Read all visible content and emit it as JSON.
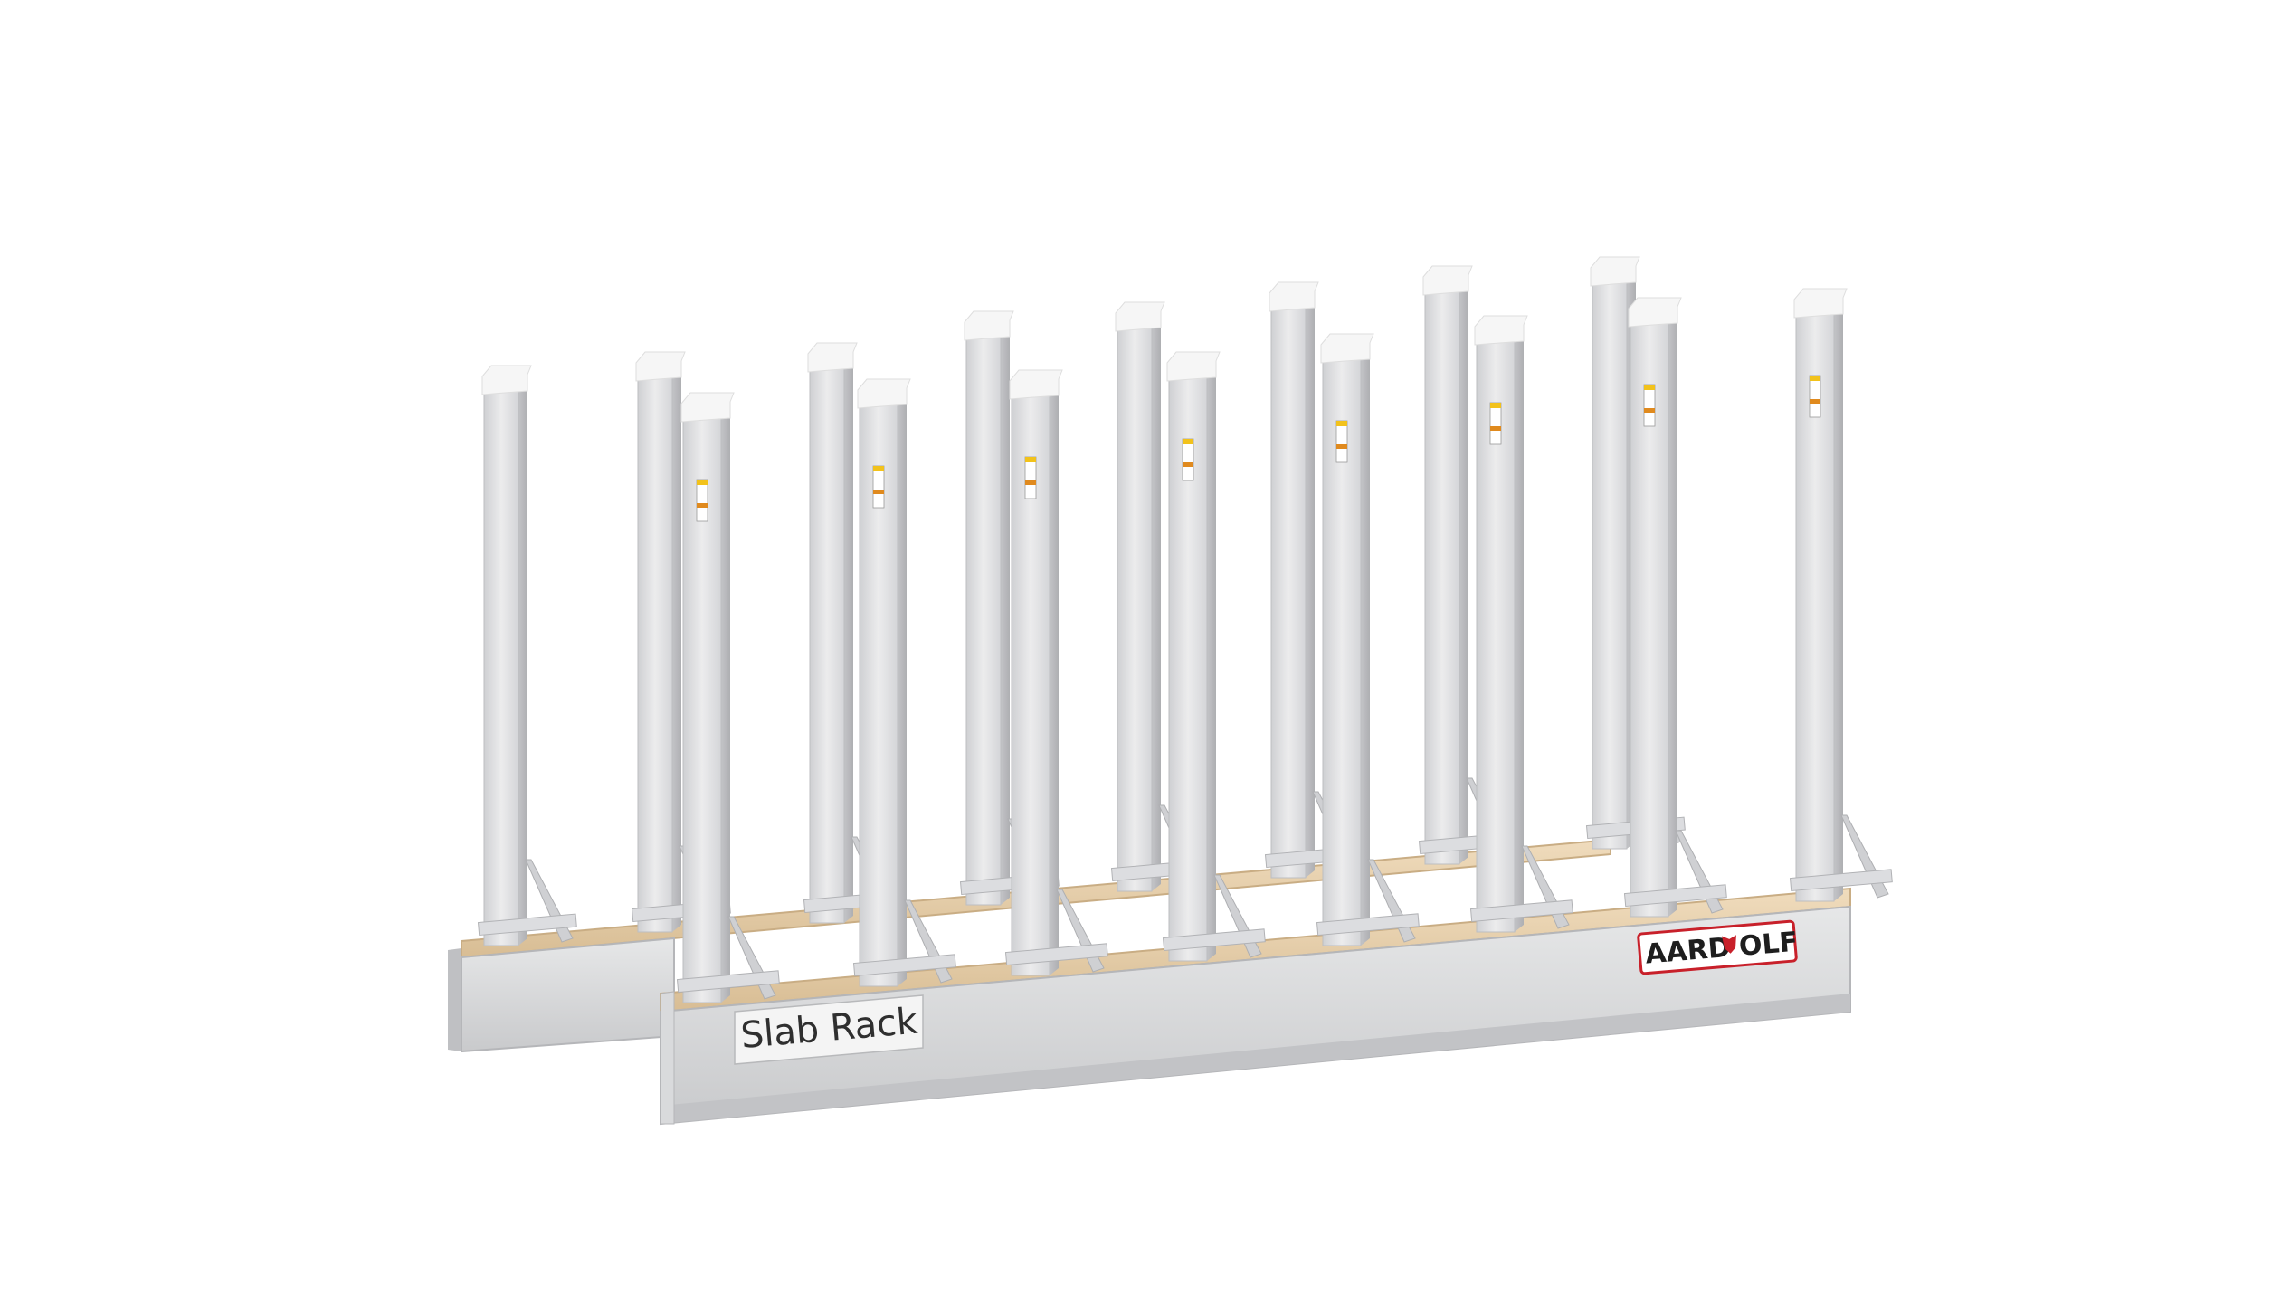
{
  "product": {
    "label": "Slab Rack",
    "brand_left": "AARD",
    "brand_right": "OLF",
    "logo_mark": "wolf-head-icon"
  },
  "colors": {
    "background": "#ffffff",
    "aluminum_light": "#e9e9ea",
    "aluminum_mid": "#d3d4d6",
    "aluminum_dark": "#b5b6b9",
    "wood": "#e8d2b0",
    "wood_edge": "#c9ad84",
    "brand_red": "#c8202a"
  }
}
